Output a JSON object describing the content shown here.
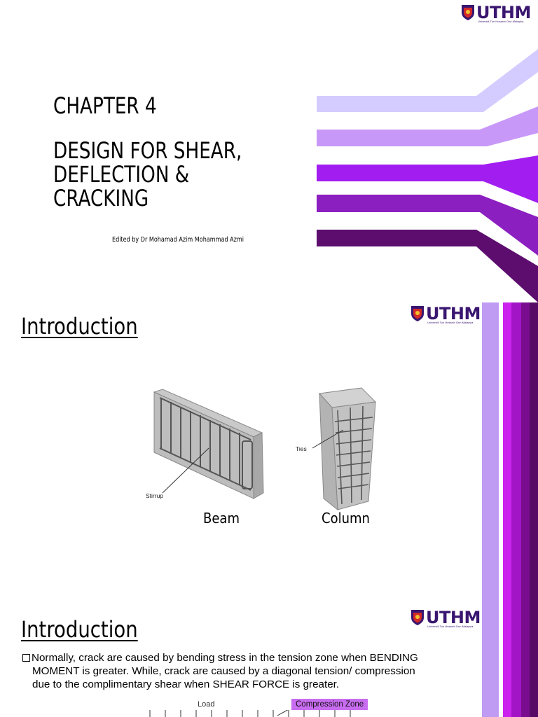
{
  "logo": {
    "text": "UTHM",
    "subtext": "Universiti Tun Hussein Onn Malaysia",
    "color": "#3a1670"
  },
  "slide1": {
    "chapter": "CHAPTER 4",
    "title": "DESIGN FOR SHEAR,\nDEFLECTION &\nCRACKING",
    "edited_by": "Edited by Dr Mohamad Azim Mohammad Azmi",
    "ribbon_colors": [
      "#d4ccff",
      "#c898f8",
      "#a21ef0",
      "#8b1fc0",
      "#5c0d6e"
    ]
  },
  "slide2": {
    "title": "Introduction",
    "labels": {
      "stirrup": "Stirrup",
      "ties": "Ties",
      "beam": "Beam",
      "column": "Column"
    },
    "stripe_colors": [
      "#c09bf4",
      "#ffffff",
      "#cc22ee",
      "#a115c6",
      "#7a0d8f",
      "#560a66"
    ]
  },
  "slide3": {
    "title": "Introduction",
    "bullet_lines": [
      "Normally, crack are caused by bending stress in the tension zone when BENDING",
      "MOMENT is greater. While, crack are caused by a diagonal tension/ compression",
      "due to the complimentary shear when SHEAR FORCE is greater."
    ],
    "load_label": "Load",
    "compression_zone": "Compression Zone"
  }
}
